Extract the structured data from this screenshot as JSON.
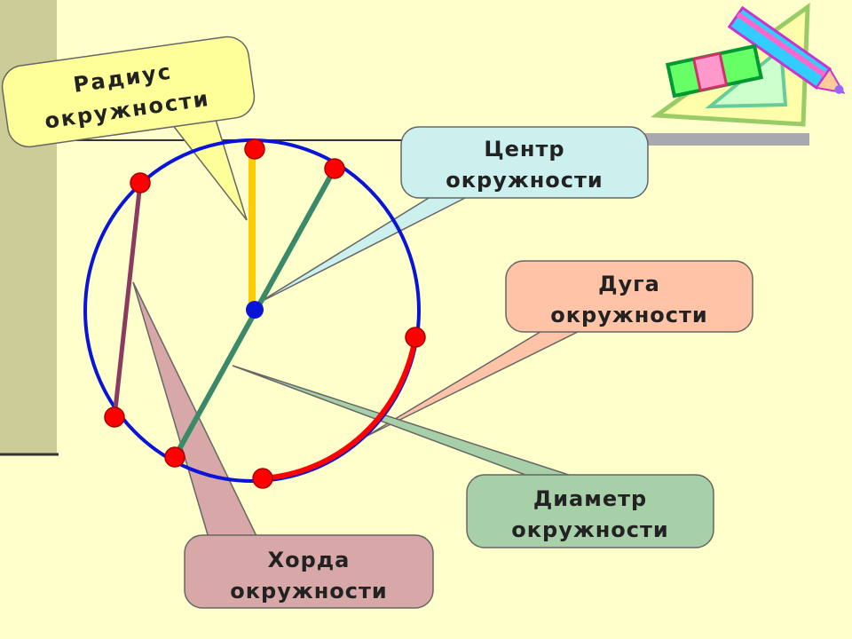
{
  "colors": {
    "background": "#ffffcc",
    "side_bar": "#cccc99",
    "circle": "#0a14d8",
    "radius": "#ffcc00",
    "diameter": "#3a8a6a",
    "chord": "#8b3a62",
    "arc": "#ff0000",
    "point": "#ff0000",
    "center_point": "#0a14d8"
  },
  "callouts": {
    "radius": {
      "line1": "Радиус",
      "line2": "окружности",
      "fill": "#ffff99"
    },
    "center": {
      "line1": "Центр",
      "line2": "окружности",
      "fill": "#ccf0ee"
    },
    "arc": {
      "line1": "Дуга",
      "line2": "окружности",
      "fill": "#ffc4a8"
    },
    "diameter": {
      "line1": "Диаметр",
      "line2": "окружности",
      "fill": "#a8d0a8"
    },
    "chord": {
      "line1": "Хорда",
      "line2": "окружности",
      "fill": "#d8a8a8"
    }
  },
  "decoration": {
    "clipart": "pencil-eraser-triangle-icon"
  }
}
